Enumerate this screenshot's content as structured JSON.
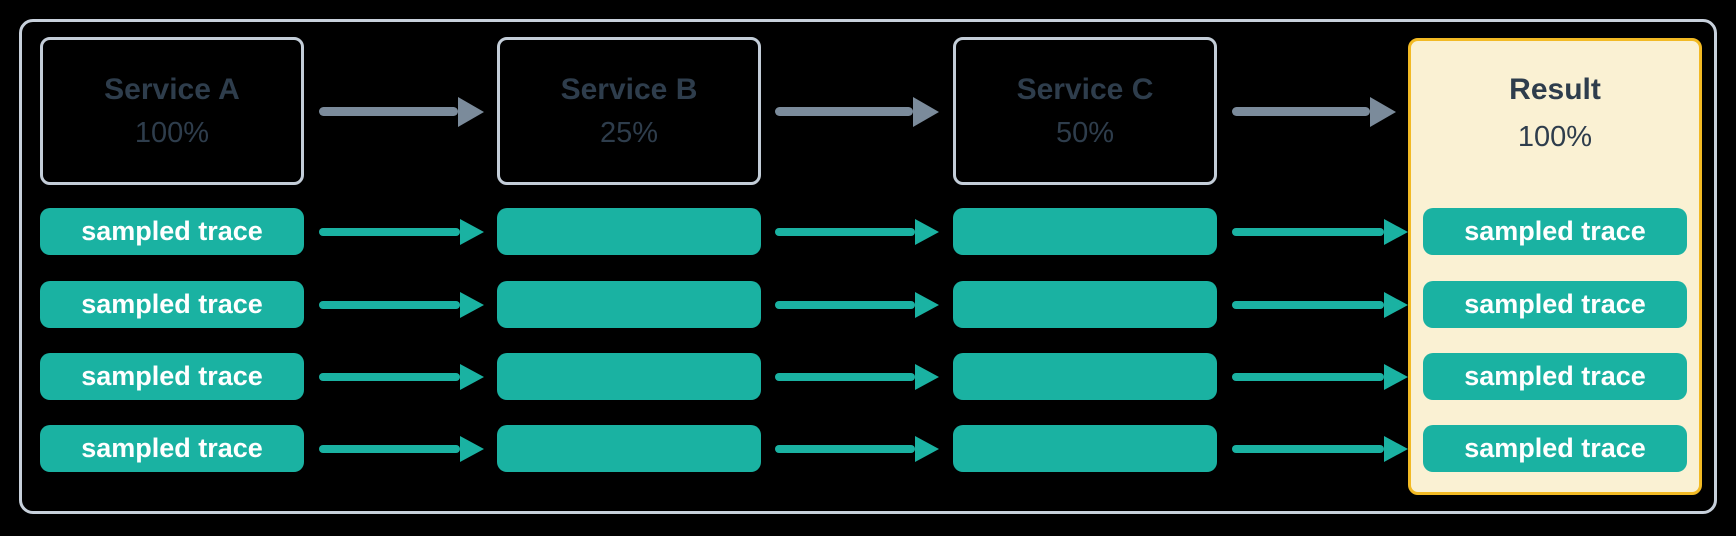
{
  "diagram": {
    "description_type": "head-based sampling flow",
    "services": [
      {
        "name": "Service A",
        "rate": "100%"
      },
      {
        "name": "Service B",
        "rate": "25%"
      },
      {
        "name": "Service C",
        "rate": "50%"
      }
    ],
    "result": {
      "name": "Result",
      "rate": "100%"
    },
    "trace_label": "sampled trace",
    "trace_rows": 4,
    "colors": {
      "background": "#000000",
      "frame_border": "#c7d0db",
      "box_border": "#c3cdd8",
      "dark_text": "#2e3d4c",
      "teal": "#1ab2a2",
      "gray_arrow": "#7b8b9b",
      "result_bg": "#faf1d3",
      "result_border": "#f2ba24",
      "trace_text": "#ffffff"
    }
  }
}
